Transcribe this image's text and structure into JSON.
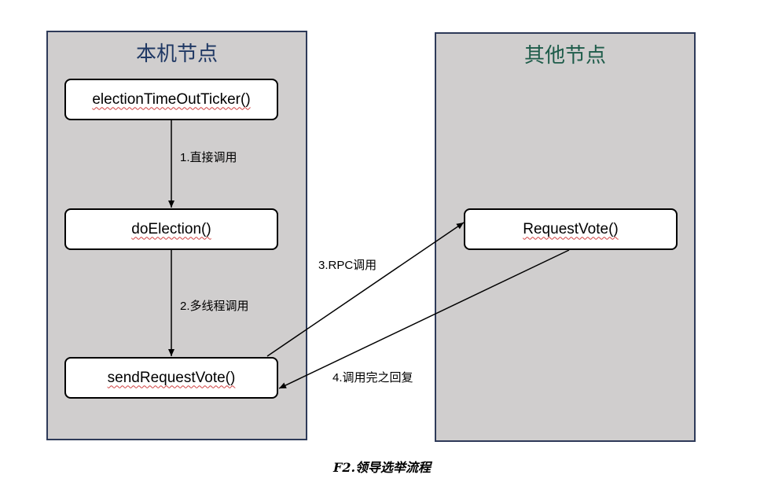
{
  "panels": {
    "local": {
      "title": "本机节点"
    },
    "remote": {
      "title": "其他节点"
    }
  },
  "nodes": {
    "election_ticker": "electionTimeOutTicker()",
    "do_election": "doElection()",
    "send_request_vote": "sendRequestVote()",
    "request_vote": "RequestVote()"
  },
  "edges": {
    "direct_call": "1.直接调用",
    "multithread_call": "2.多线程调用",
    "rpc_call": "3.RPC调用",
    "reply": "4.调用完之回复"
  },
  "caption": "F2.领导选举流程",
  "colors": {
    "panel_fill": "#d0cece",
    "panel_border": "#2e3a59",
    "local_title": "#1f3864",
    "remote_title": "#1e5c4a",
    "underline": "#d04040"
  }
}
